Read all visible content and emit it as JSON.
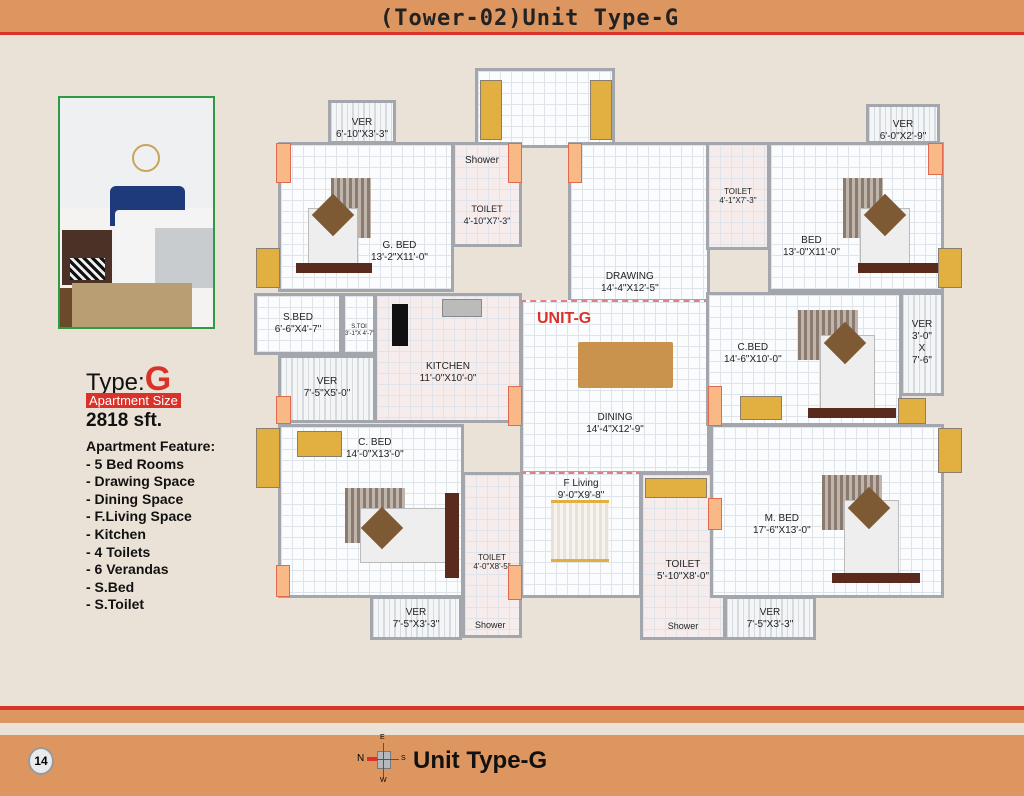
{
  "header": {
    "title": "(Tower-02)Unit Type-G"
  },
  "info": {
    "type_label": "Type:",
    "type_letter": "G",
    "size_label": "Apartment Size",
    "size_value": "2818 sft.",
    "feature_title": "Apartment Feature:",
    "features": [
      "- 5 Bed Rooms",
      "- Drawing Space",
      "- Dining Space",
      "- F.Living Space",
      "- Kitchen",
      "- 4 Toilets",
      "- 6 Verandas",
      "- S.Bed",
      "- S.Toilet"
    ]
  },
  "plan": {
    "unit_label": "UNIT-G",
    "rooms": {
      "ver_tl": {
        "name": "VER",
        "dims": "6'-10\"X3'-3\""
      },
      "gbed": {
        "name": "G. BED",
        "dims": "13'-2\"X11'-0\""
      },
      "toilet_g": {
        "name": "TOILET",
        "dims": "4'-10\"X7'-3\"",
        "shower": "Shower"
      },
      "drawing": {
        "name": "DRAWING",
        "dims": "14'-4\"X12'-5\""
      },
      "toilet_r": {
        "name": "TOILET",
        "dims": "4'-1\"X7'-3\""
      },
      "bed_r": {
        "name": "BED",
        "dims": "13'-0\"X11'-0\""
      },
      "ver_tr": {
        "name": "VER",
        "dims": "6'-0\"X2'-9\""
      },
      "sbed": {
        "name": "S.BED",
        "dims": "6'-6\"X4'-7\""
      },
      "stoilet": {
        "name": "S.TOI",
        "dims": "3'-1\"X 4'-7\""
      },
      "kitchen": {
        "name": "KITCHEN",
        "dims": "11'-0\"X10'-0\""
      },
      "ver_l": {
        "name": "VER",
        "dims": "7'-5\"X5'-0\""
      },
      "dining": {
        "name": "DINING",
        "dims": "14'-4\"X12'-9\""
      },
      "cbed_r": {
        "name": "C.BED",
        "dims": "14'-6\"X10'-0\""
      },
      "ver_r": {
        "name": "VER",
        "dims": "3'-0\"",
        "x": "X",
        "dims2": "7'-6\""
      },
      "cbed_l": {
        "name": "C. BED",
        "dims": "14'-0\"X13'-0\""
      },
      "toilet_bl": {
        "name": "TOILET",
        "dims": "4'-0\"X8'-5\"",
        "shower": "Shower"
      },
      "fliving": {
        "name": "F Living",
        "dims": "9'-0\"X9'-8\""
      },
      "toilet_br": {
        "name": "TOILET",
        "dims": "5'-10\"X8'-0\"",
        "shower": "Shower"
      },
      "mbed": {
        "name": "M. BED",
        "dims": "17'-6\"X13'-0\""
      },
      "ver_bl": {
        "name": "VER",
        "dims": "7'-5\"X3'-3\""
      },
      "ver_br": {
        "name": "VER",
        "dims": "7'-5\"X3'-3\""
      }
    }
  },
  "footer": {
    "page_number": "14",
    "compass": {
      "n": "N",
      "e": "E",
      "s": "S",
      "w": "W"
    },
    "caption": "Unit Type-G"
  },
  "colors": {
    "accent_red": "#d8322a",
    "band_orange": "#dd9660",
    "background": "#ebe2d7"
  }
}
